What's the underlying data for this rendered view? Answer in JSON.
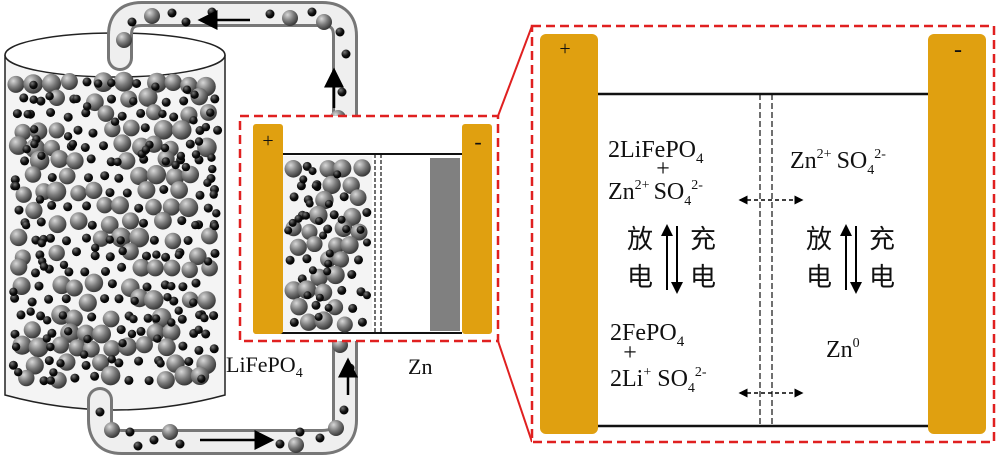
{
  "labels": {
    "cathode_material": "LiFePO",
    "cathode_material_sub": "4",
    "anode_material": "Zn",
    "plus_sign": "+",
    "minus_sign": "-"
  },
  "detail": {
    "left_top_line1": "2LiFePO",
    "left_top_line1_sub": "4",
    "left_top_plus": "+",
    "left_top_line2_zn": "Zn",
    "left_top_line2_zn_sup": "2+",
    "left_top_line2_so": "SO",
    "left_top_line2_so_sub": "4",
    "left_top_line2_so_sup": "2-",
    "right_top_zn": "Zn",
    "right_top_zn_sup": "2+",
    "right_top_so": "SO",
    "right_top_so_sub": "4",
    "right_top_so_sup": "2-",
    "discharge_1": "放",
    "discharge_2": "电",
    "charge_1": "充",
    "charge_2": "电",
    "left_bottom_line1": "2FePO",
    "left_bottom_line1_sub": "4",
    "left_bottom_plus": "+",
    "left_bottom_line2_li": "2Li",
    "left_bottom_line2_li_sup": "+",
    "left_bottom_line2_so": "SO",
    "left_bottom_line2_so_sub": "4",
    "left_bottom_line2_so_sup": "2-",
    "right_bottom_zn": "Zn",
    "right_bottom_zn_sup": "0"
  },
  "colors": {
    "electrode": "#e0a010",
    "dashed_frame": "#e02020",
    "zinc_plate": "#808080",
    "particle_big": "#7a7a7a",
    "particle_small": "#111111"
  }
}
